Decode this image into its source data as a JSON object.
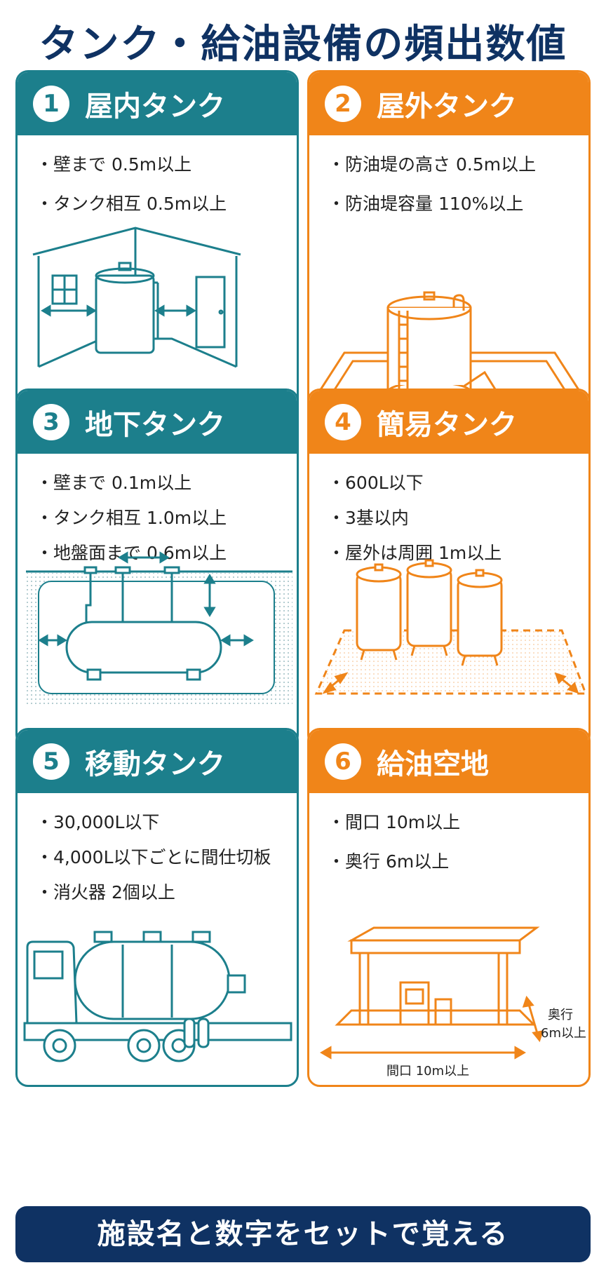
{
  "title": "タンク・給油設備の頻出数値",
  "colors": {
    "teal": "#1c7f8c",
    "orange": "#f08519",
    "navy": "#0f3263"
  },
  "cards": [
    {
      "number": "1",
      "title": "屋内タンク",
      "items": [
        "壁まで 0.5m以上",
        "タンク相互 0.5m以上"
      ]
    },
    {
      "number": "2",
      "title": "屋外タンク",
      "items": [
        "防油堤の高さ 0.5m以上",
        "防油堤容量 110%以上"
      ]
    },
    {
      "number": "3",
      "title": "地下タンク",
      "items": [
        "壁まで 0.1m以上",
        "タンク相互 1.0m以上",
        "地盤面まで 0.6m以上"
      ]
    },
    {
      "number": "4",
      "title": "簡易タンク",
      "items": [
        "600L以下",
        "3基以内",
        "屋外は周囲 1m以上"
      ]
    },
    {
      "number": "5",
      "title": "移動タンク",
      "items": [
        "30,000L以下",
        "4,000L以下ごとに間仕切板",
        "消火器 2個以上"
      ]
    },
    {
      "number": "6",
      "title": "給油空地",
      "items": [
        "間口 10m以上",
        "奥行 6m以上"
      ],
      "labels": {
        "depth_line1": "奥行",
        "depth_line2": "6m以上",
        "width": "間口 10m以上"
      }
    }
  ],
  "footer": "施設名と数字をセットで覚える"
}
